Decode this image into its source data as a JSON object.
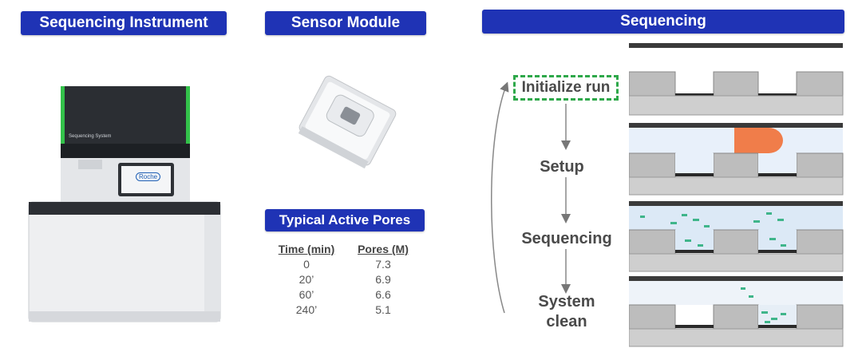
{
  "headers": {
    "instrument": "Sequencing Instrument",
    "sensor": "Sensor Module",
    "sequencing": "Sequencing",
    "pores": "Typical Active Pores"
  },
  "instrument": {
    "screen_label": "Sequencing System",
    "logo_text": "Roche"
  },
  "pores_table": {
    "col_time": "Time (min)",
    "col_pores": "Pores (M)",
    "rows": [
      {
        "time": "0",
        "pores": "7.3"
      },
      {
        "time": "20’",
        "pores": "6.9"
      },
      {
        "time": "60’",
        "pores": "6.6"
      },
      {
        "time": "240’",
        "pores": "5.1"
      }
    ]
  },
  "steps": {
    "initialize": "Initialize run",
    "setup": "Setup",
    "sequencing": "Sequencing",
    "clean_line1": "System",
    "clean_line2": "clean"
  },
  "colors": {
    "header_blue": "#1f33b5",
    "highlight_green": "#2ea84a",
    "flow_orange": "#f07d4a",
    "pore_gray": "#b8b8b8"
  }
}
